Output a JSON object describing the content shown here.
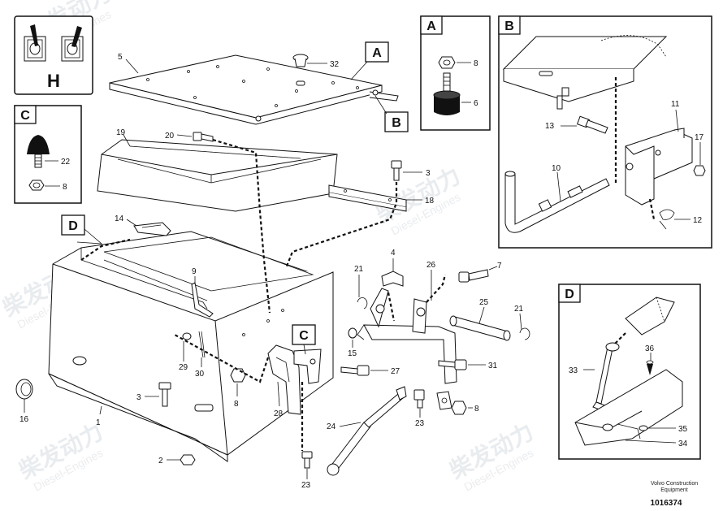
{
  "watermark": {
    "cn": "柴发动力",
    "en": "Diesel-Engines"
  },
  "views": {
    "H": "H",
    "C": "C",
    "A": "A",
    "B": "B",
    "D": "D"
  },
  "callouts": {
    "c1": "1",
    "c2": "2",
    "c3a": "3",
    "c3b": "3",
    "c4": "4",
    "c5": "5",
    "c6": "6",
    "c7": "7",
    "c8a": "8",
    "c8b": "8",
    "c8c": "8",
    "c8d": "8",
    "c9": "9",
    "c10": "10",
    "c11": "11",
    "c12": "12",
    "c13": "13",
    "c14": "14",
    "c15": "15",
    "c16": "16",
    "c17": "17",
    "c18": "18",
    "c19": "19",
    "c20": "20",
    "c21a": "21",
    "c21b": "21",
    "c22": "22",
    "c23a": "23",
    "c23b": "23",
    "c24": "24",
    "c25": "25",
    "c26": "26",
    "c27": "27",
    "c28": "28",
    "c29": "29",
    "c30": "30",
    "c31": "31",
    "c32": "32",
    "c33": "33",
    "c34": "34",
    "c35": "35",
    "c36": "36"
  },
  "footer": {
    "company": "Volvo Construction",
    "subtitle": "Equipment",
    "doc_number": "1016374"
  }
}
